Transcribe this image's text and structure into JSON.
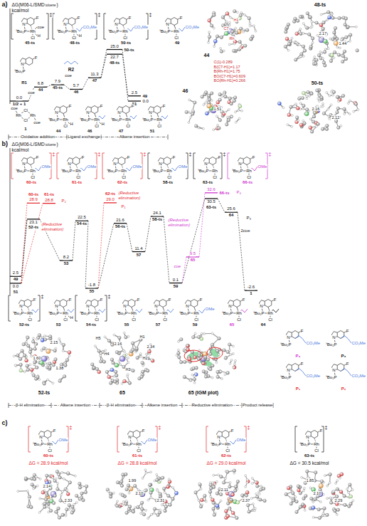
{
  "diagram": {
    "labels": [
      "a)",
      "ΔG(M06-L/SMD",
      "toluene",
      ")",
      "kcal/mol",
      "F",
      "N",
      "ᵗBu₂P",
      "Rh",
      "Cl",
      "‡",
      "coe",
      "H",
      "45-ts",
      "F",
      "N",
      "ᵗBu₂P",
      "Rh",
      "Cl",
      "‡",
      "CO₂Me",
      "H",
      "48-ts",
      "F",
      "N",
      "ᵗBu₂P",
      "Rh",
      "Cl",
      "‡",
      "CO₂Me",
      "50-ts",
      "F",
      "N",
      "ᵗBu₂P",
      "Rh",
      "Cl",
      "CO₂Me",
      "49",
      "F",
      "N",
      "ᵗBu₂P",
      "R1",
      "R2",
      "0.0",
      "1/2 + 1",
      "6.8",
      "44",
      "7.9",
      "45-ts",
      "5.7",
      "46",
      "11.3",
      "47",
      "22.7",
      "48-ts",
      "25.0",
      "50-ts",
      "2.5",
      "49",
      "0.0",
      "51",
      "coe",
      "coe",
      "coe",
      "Rh",
      "Cl",
      "Cl",
      "Rh",
      "coe",
      "1",
      "F",
      "N",
      "ᵗBu₂P",
      "Rh",
      "Cl",
      "H",
      "44",
      "F",
      "N",
      "ᵗBu₂P",
      "Rh",
      "Cl",
      "H",
      "46",
      "F",
      "N",
      "ᵗBu₂P",
      "Rh",
      "Cl",
      "47",
      "F",
      "N",
      "ᵗBu₂P",
      "Rh",
      "Cl",
      "51",
      "Oxidative addition",
      "Ligand exchange",
      "Alkene insertion",
      "44",
      "C7",
      "H1",
      "Rh",
      "C(1)-0.289",
      "B(C7-H1)=1.17",
      "B(Rh-H1)=1.75",
      "BO(C7-H1)=0.609",
      "BO(Rh-H1)=0.266",
      "48-ts",
      "2.17",
      "1.44",
      "46",
      "1.51",
      "50-ts",
      "2.16",
      "2.12",
      "b)",
      "ΔG(M06-L/SMD",
      "toluene",
      ")",
      "kcal/mol",
      "F",
      "N",
      "ᵗBu₂P",
      "Rh",
      "Cl",
      "‡",
      "OMe",
      "60-ts",
      "F",
      "N",
      "ᵗBu₂P",
      "Rh",
      "Cl",
      "‡",
      "OMe",
      "61-ts",
      "F",
      "N",
      "ᵗBu₂P",
      "Rh",
      "Cl",
      "‡",
      "OMe",
      "62-ts",
      "F",
      "N",
      "ᵗBu₂P",
      "Rh",
      "Cl",
      "‡",
      "OMe",
      "58-ts",
      "F",
      "N",
      "ᵗBu₂P",
      "Rh",
      "Cl",
      "‡",
      "63-ts",
      "F",
      "N",
      "ᵗBu₂P",
      "Rh",
      "Cl",
      "‡",
      "OMe",
      "66-ts",
      "2.5",
      "49",
      "0.0",
      "51",
      "28.9",
      "60-ts",
      "28.8",
      "61-ts",
      "23.1",
      "52-ts",
      "8.2",
      "53",
      "22.5",
      "54-ts",
      "-1.8",
      "55",
      "29.0",
      "62-ts",
      "21.6",
      "56-ts",
      "11.4",
      "57",
      "24.1",
      "58-ts",
      "0.1",
      "59",
      "9.5",
      "65",
      "32.6",
      "66-ts",
      "30.5",
      "63-ts",
      "25.6",
      "64",
      "-2.6",
      "1",
      "(Reductive elimination)",
      "P₂",
      "(Reductive elimination)",
      "P₁",
      "(Reductive elimination)",
      "P₄",
      "coe",
      "2coe",
      "P₃",
      "F",
      "N",
      "ᵗBu₂P",
      "Rh",
      "Cl",
      "‡",
      "52-ts",
      "F",
      "N",
      "ᵗBu₂P",
      "Rh",
      "Cl",
      "H",
      "53",
      "F",
      "N",
      "ᵗBu₂P",
      "Rh",
      "Cl",
      "‡",
      "54-ts",
      "F",
      "N",
      "ᵗBu₂P",
      "Rh",
      "Cl",
      "55",
      "F",
      "N",
      "ᵗBu₂P",
      "Rh",
      "Cl",
      "57",
      "F",
      "N",
      "ᵗBu₂P",
      "Rh",
      "Cl",
      "OMe",
      "59",
      "F",
      "N",
      "ᵗBu₂P",
      "Rh",
      "Cl",
      "65",
      "F",
      "N",
      "ᵗBu₂P",
      "Rh",
      "Cl",
      "64",
      "F",
      "N",
      "ᵗBu₂P",
      "CO₂Me",
      "P₄",
      "F",
      "N",
      "ᵗBu₂P",
      "CO₂Me",
      "P₃",
      "F",
      "N",
      "ᵗBu₂P",
      "CO₂Me",
      "P₁",
      "F",
      "N",
      "ᵗBu₂P",
      "CO₂Me",
      "P₂",
      "52-ts",
      "2.15",
      "1.60",
      "1.38",
      "65",
      "H5",
      "H4",
      "H1",
      "H2",
      "H3",
      "2.34",
      "2.16",
      "65 (IGM plot)",
      "β-H elimination",
      "Alkene insertion",
      "β-H elimination",
      "Alkene insertion",
      "Reductive elimination",
      "Product release",
      "c)",
      "F",
      "N",
      "ᵗBu₂P",
      "Rh",
      "Cl",
      "‡",
      "OMe",
      "60-ts",
      "F",
      "N",
      "ᵗBu₂P",
      "Rh",
      "Cl",
      "‡",
      "OMe",
      "61-ts",
      "F",
      "N",
      "ᵗBu₂P",
      "Rh",
      "Cl",
      "‡",
      "OMe",
      "62-ts",
      "F",
      "N",
      "ᵗBu₂P",
      "Rh",
      "Cl",
      "‡",
      "63-ts",
      "ΔG = 28.9 kcal/mol",
      "ΔG = 28.8 kcal/mol",
      "ΔG = 29.0 kcal/mol",
      "ΔG = 30.5 kcal/mol",
      "2.14",
      "2.33",
      "1.99",
      "2.10",
      "2.31",
      "2.11",
      "2.37",
      "1.85",
      "2.10",
      "2.29"
    ]
  }
}
